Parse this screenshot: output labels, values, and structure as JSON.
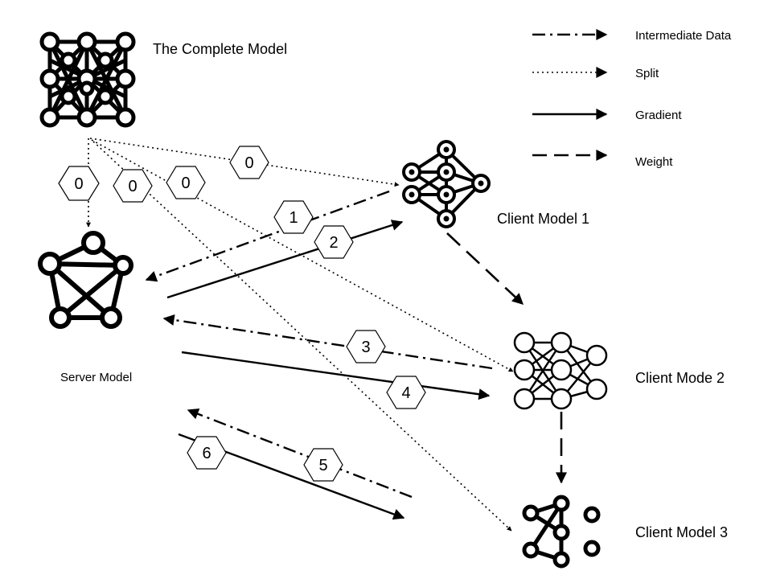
{
  "models": {
    "complete": "The Complete Model",
    "server": "Server Model",
    "client1": "Client Model 1",
    "client2": "Client Mode 2",
    "client3": "Client Model 3"
  },
  "legend": {
    "intermediate": "Intermediate Data",
    "split": "Split",
    "gradient": "Gradient",
    "weight": "Weight"
  },
  "steps": {
    "split_server": "0",
    "split_client3": "0",
    "split_client2": "0",
    "split_client1": "0",
    "s1": "1",
    "s2": "2",
    "s3": "3",
    "s4": "4",
    "s5": "5",
    "s6": "6"
  }
}
